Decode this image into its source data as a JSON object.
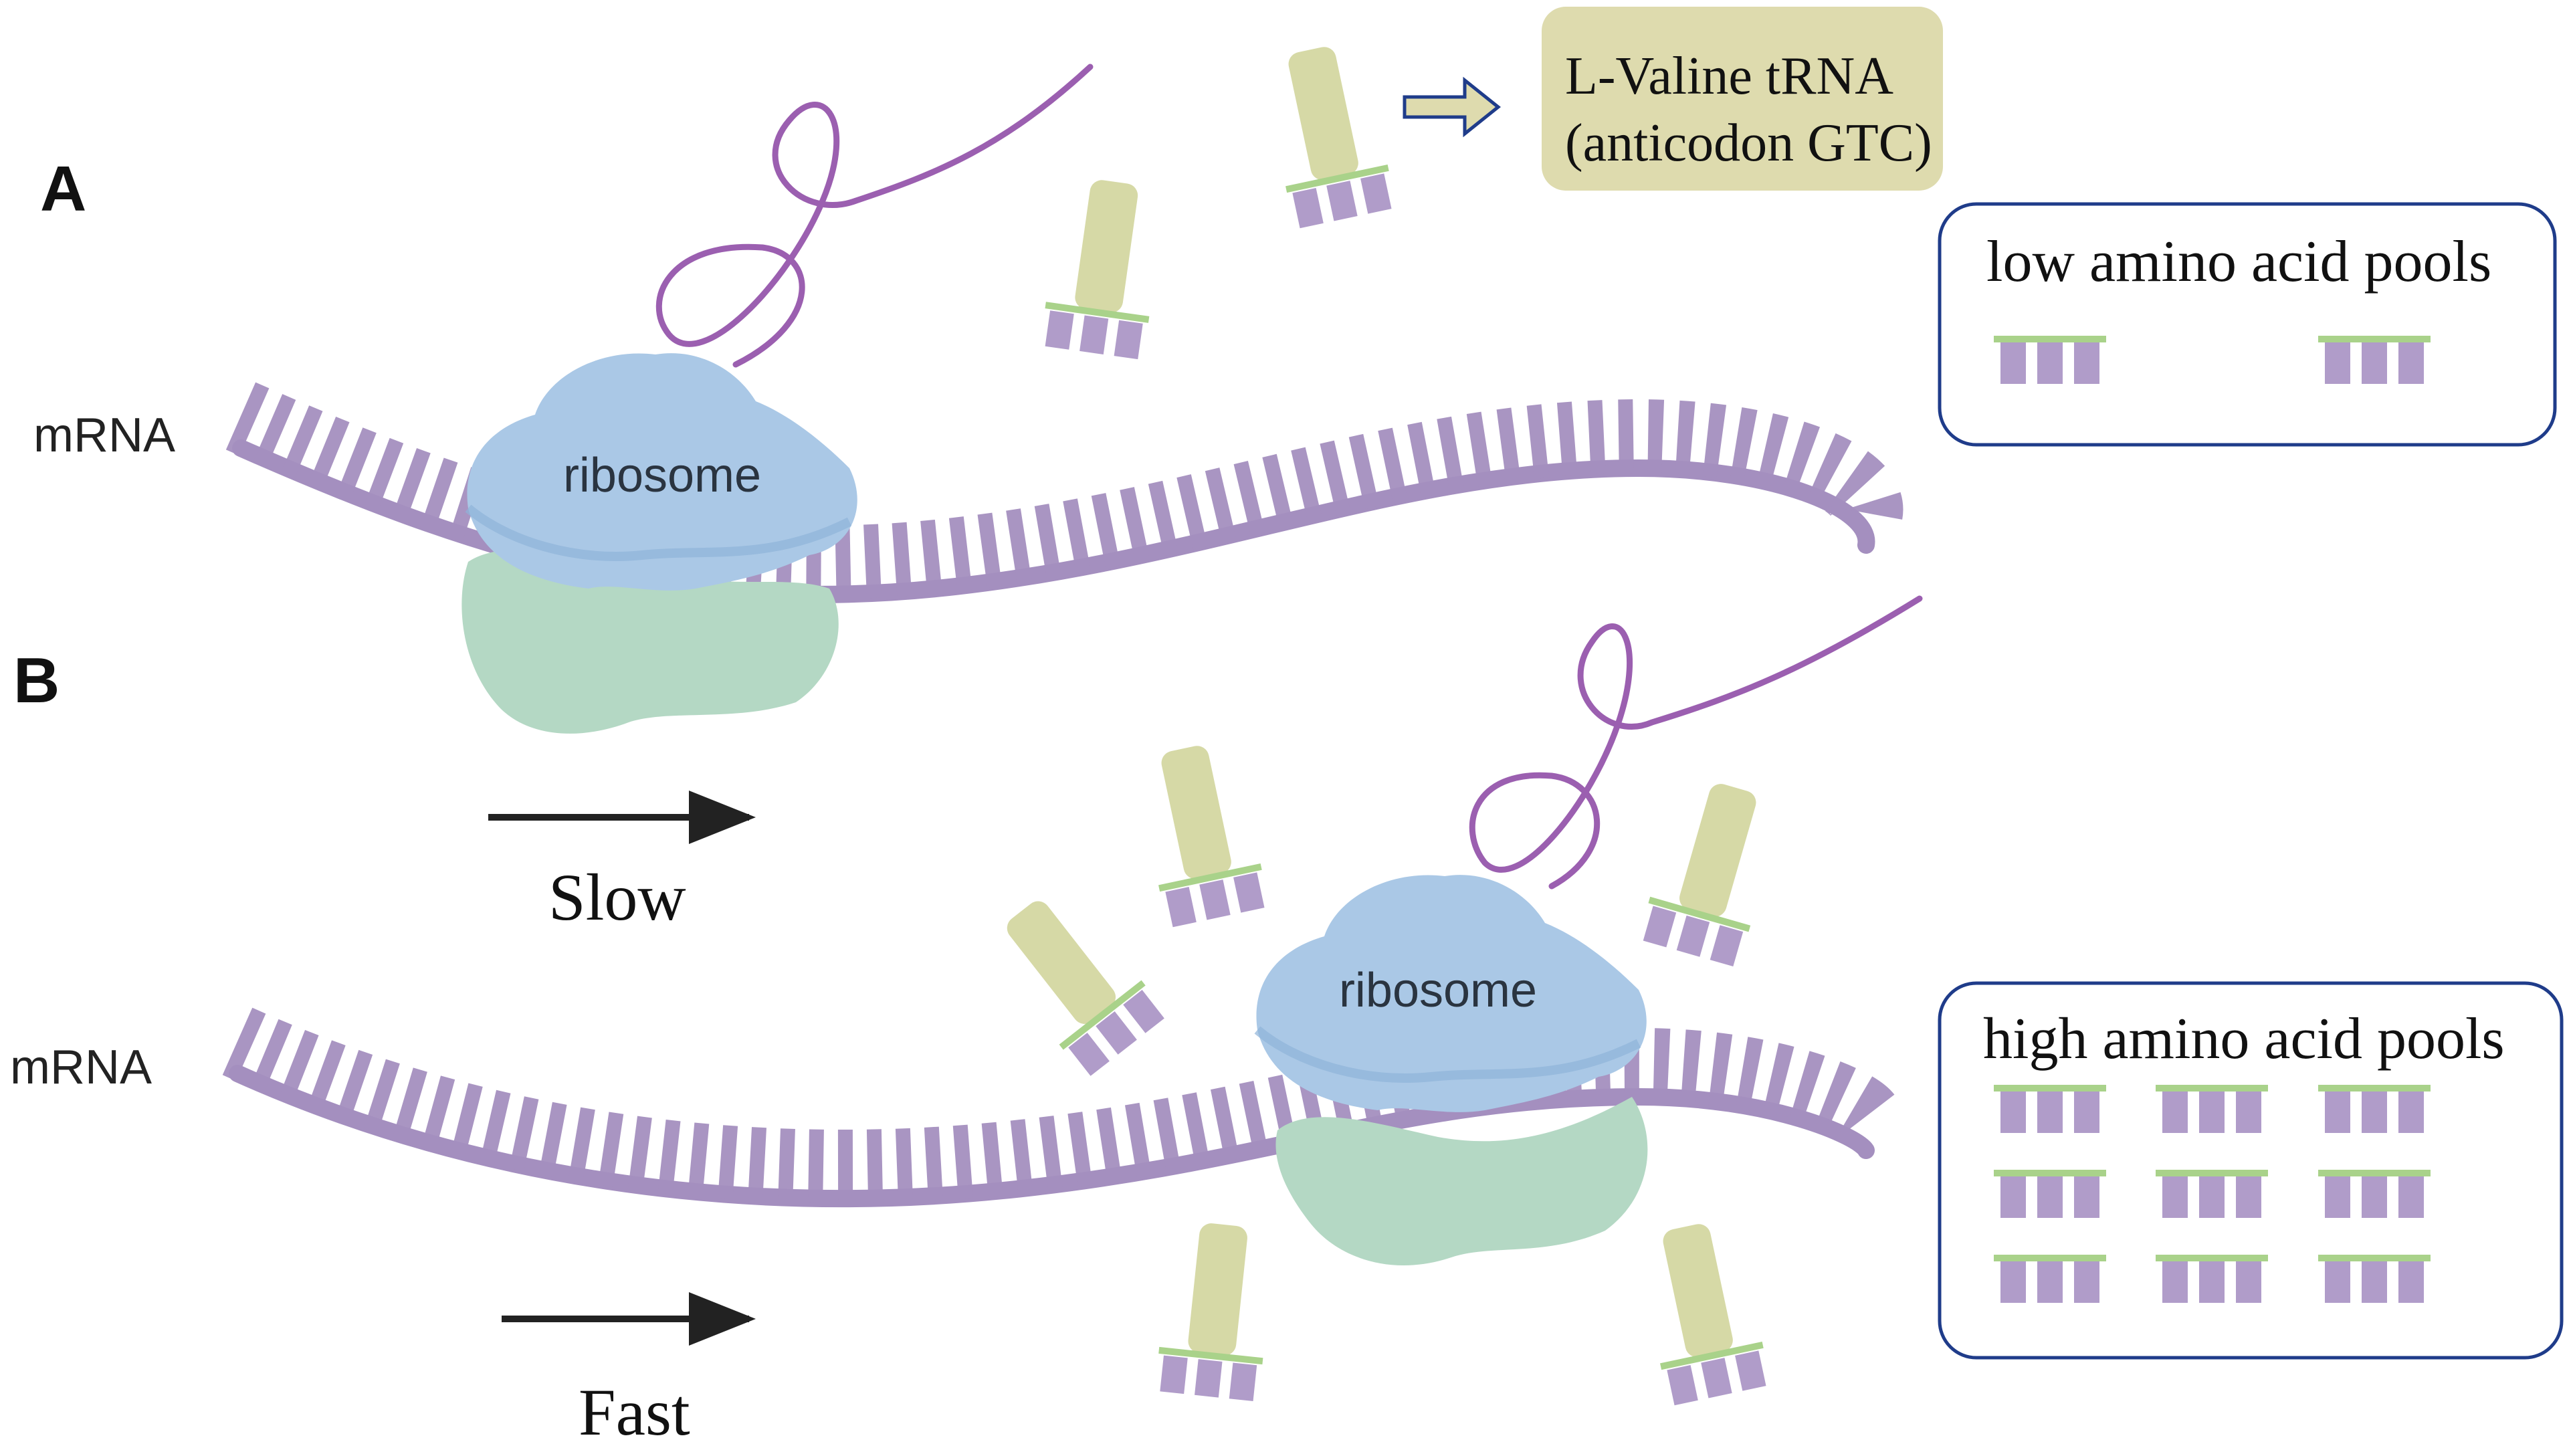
{
  "panels": {
    "a": {
      "letter": "A",
      "mrna_label": "mRNA",
      "ribosome_label": "ribosome",
      "speed_label": "Slow",
      "pool_box_title": "low amino acid pools",
      "pool_count": 2
    },
    "b": {
      "letter": "B",
      "mrna_label": "mRNA",
      "ribosome_label": "ribosome",
      "speed_label": "Fast",
      "pool_box_title": "high amino acid pools",
      "pool_count": 9
    }
  },
  "callout": {
    "line1": "L-Valine tRNA",
    "line2": "(anticodon GTC)"
  },
  "colors": {
    "mrna": "#a48fbf",
    "mrna_dark": "#8f78ad",
    "peptide": "#9b5fb0",
    "ribosome_large": "#aac8e6",
    "ribosome_large_edge": "#8fb3d8",
    "ribosome_small": "#b4d8c4",
    "trna_body": "#d6d9a6",
    "trna_base": "#b09cc9",
    "trna_bar": "#a9d28a",
    "box_border": "#1f3c8a",
    "callout_bg": "#dedbae",
    "arrow": "#222222"
  }
}
